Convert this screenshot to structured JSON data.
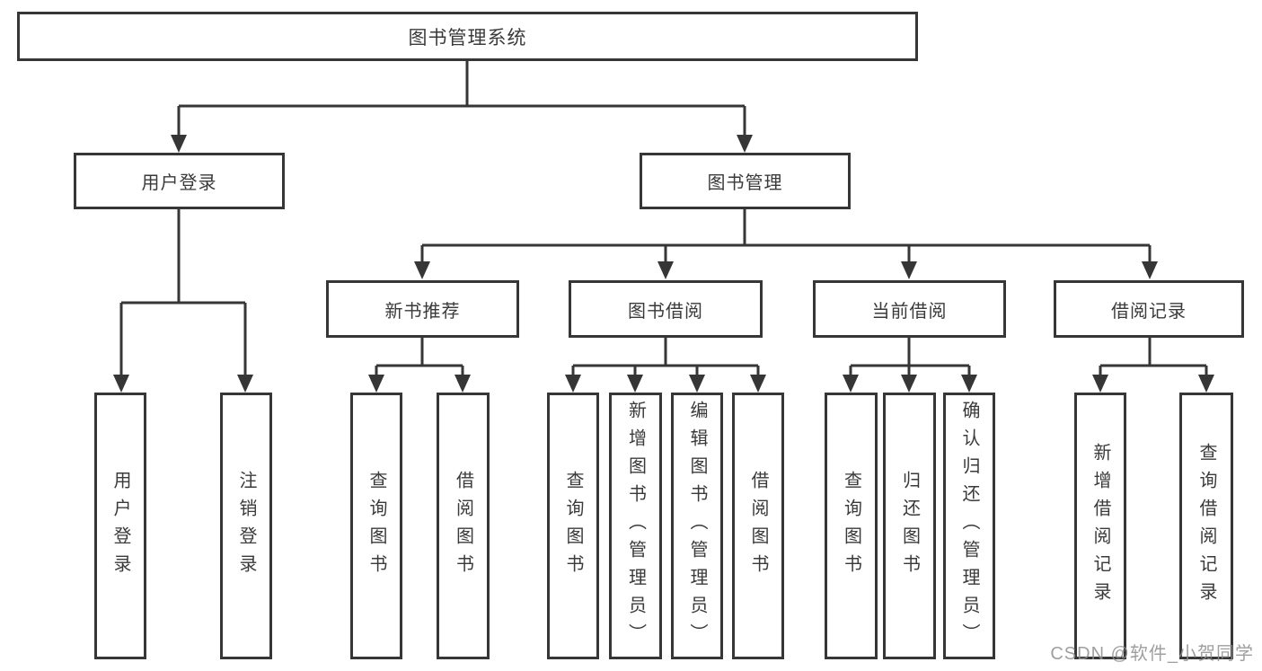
{
  "title": "图书管理系统",
  "branches": [
    {
      "label": "用户登录",
      "leaves": [
        "用户登录",
        "注销登录"
      ]
    },
    {
      "label": "图书管理",
      "children": [
        {
          "label": "新书推荐",
          "leaves": [
            "查询图书",
            "借阅图书"
          ]
        },
        {
          "label": "图书借阅",
          "leaves": [
            "查询图书",
            "新增图书（管理员）",
            "编辑图书（管理员）",
            "借阅图书"
          ]
        },
        {
          "label": "当前借阅",
          "leaves": [
            "查询图书",
            "归还图书",
            "确认归还（管理员）"
          ]
        },
        {
          "label": "借阅记录",
          "leaves": [
            "新增借阅记录",
            "查询借阅记录"
          ]
        }
      ]
    }
  ],
  "watermark": "CSDN @软件_小贺同学",
  "colors": {
    "line": "#363636",
    "text": "#3a3a3a",
    "background": "#ffffff",
    "watermark": "#8f8f8f"
  }
}
